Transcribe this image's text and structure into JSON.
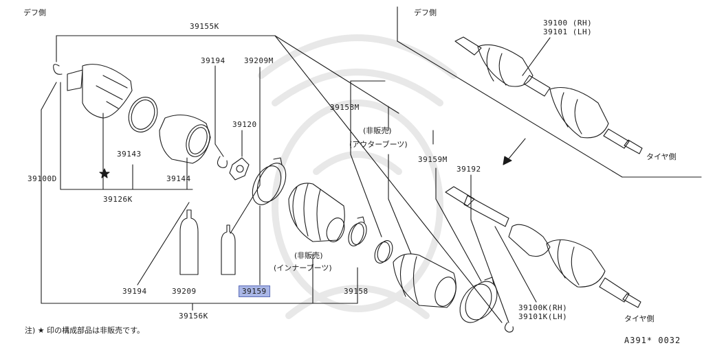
{
  "labels": {
    "diff_side_left": "デフ側",
    "diff_side_right": "デフ側",
    "p39155K": "39155K",
    "p39194_top": "39194",
    "p39209M": "39209M",
    "p39100RH": "39100 (RH)",
    "p39101LH": "39101 (LH)",
    "p39158M": "39158M",
    "p39120": "39120",
    "p39143": "39143",
    "p39100D": "39100D",
    "p39144": "39144",
    "p39126K": "39126K",
    "not_sold_outer": "(非販売)",
    "outer_boots": "(アウターブーツ)",
    "p39159M": "39159M",
    "p39192": "39192",
    "tire_side_upper": "タイヤ側",
    "not_sold_inner": "(非販売)",
    "inner_boots": "(インナーブーツ)",
    "p39194_bottom": "39194",
    "p39209": "39209",
    "p39159": "39159",
    "p39158": "39158",
    "p39156K": "39156K",
    "p39100KRH": "39100K(RH)",
    "p39101KLH": "39101K(LH)",
    "tire_side_lower": "タイヤ側",
    "note": "注) ★ 印の構成部品は非販売です。",
    "ref_code": "A391* 0032",
    "star": "★"
  },
  "colors": {
    "line": "#1a1a1a",
    "highlight": "#a9b6e6",
    "watermark": "#e4e4e4"
  }
}
